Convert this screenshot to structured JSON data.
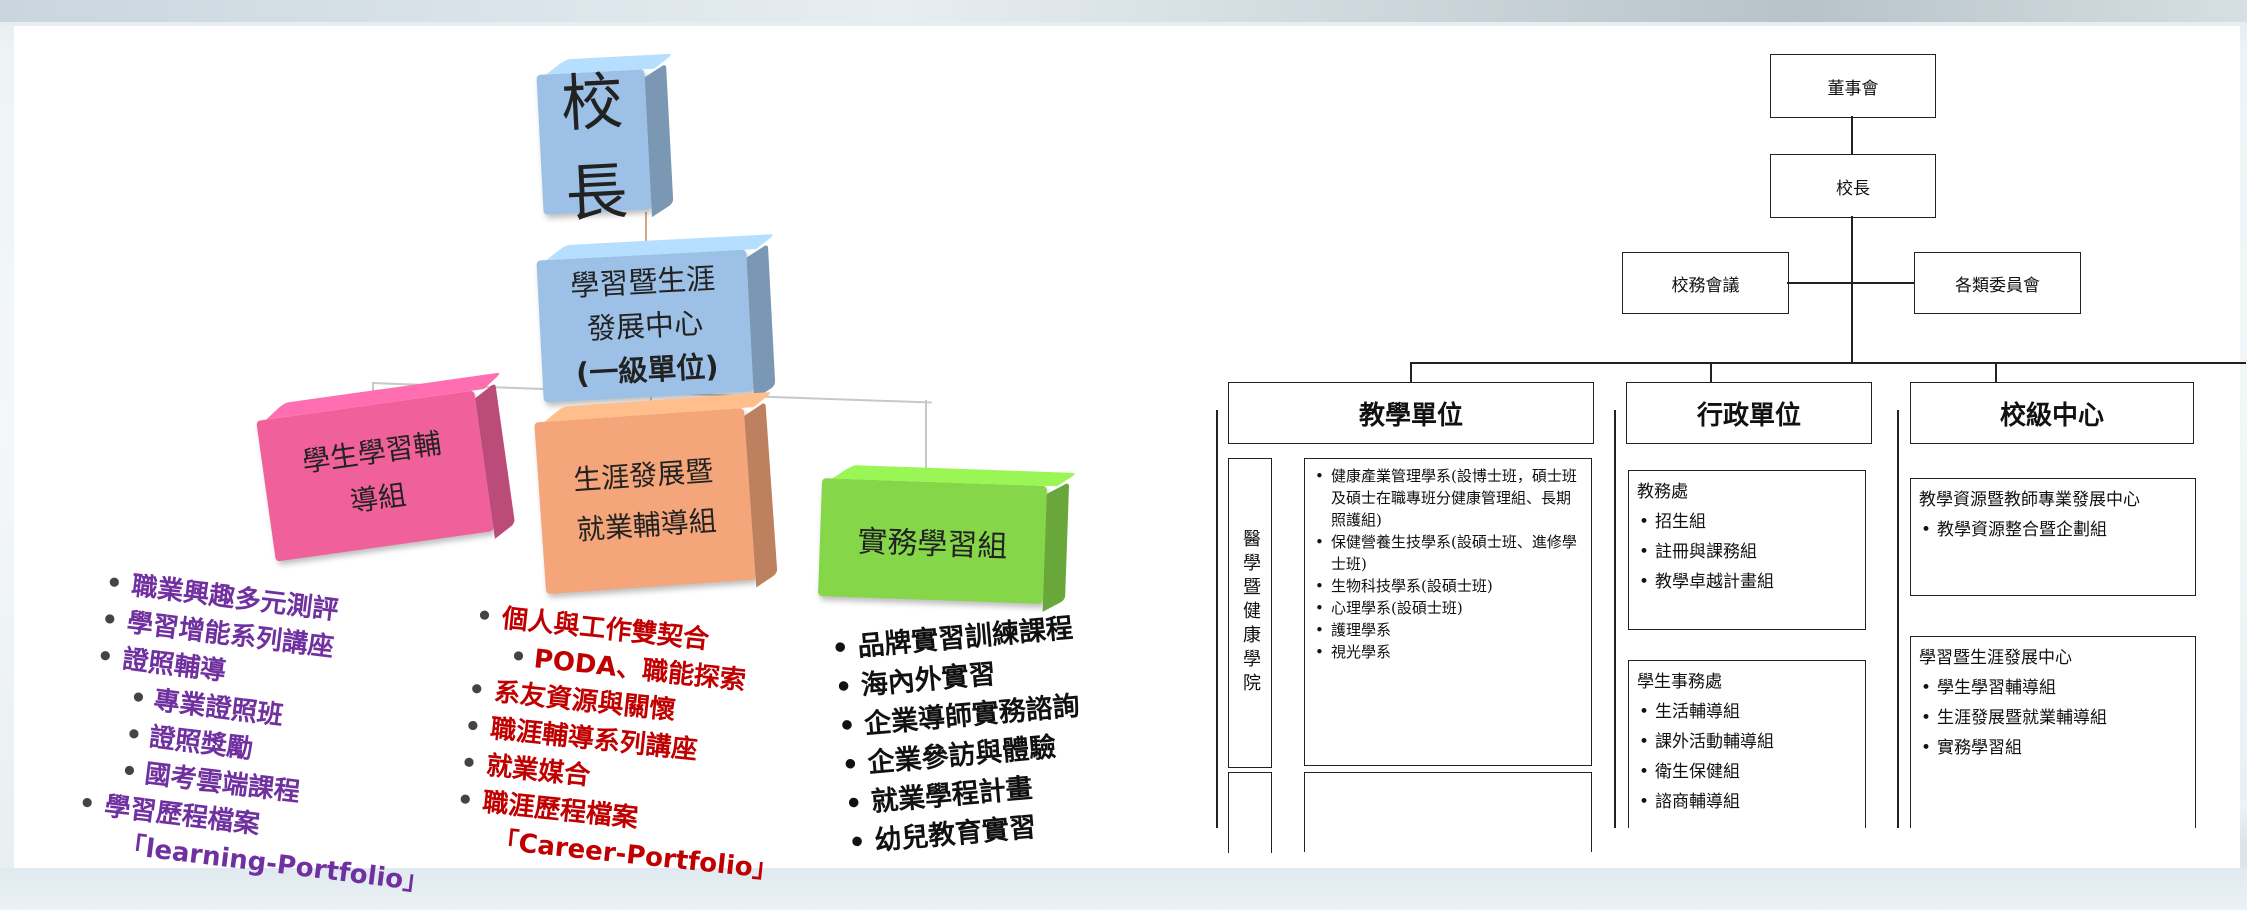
{
  "left_chart": {
    "principal": "校長",
    "center": {
      "line1": "學習暨生涯",
      "line2": "發展中心",
      "line3": "(一級單位)"
    },
    "groups": [
      {
        "line1": "學生學習輔",
        "line2": "導組"
      },
      {
        "line1": "生涯發展暨",
        "line2": "就業輔導組"
      },
      {
        "line1": "實務學習組"
      }
    ],
    "list1": [
      "職業興趣多元測評",
      "學習增能系列講座",
      "證照輔導",
      "專業證照班",
      "證照獎勵",
      "國考雲端課程",
      "學習歷程檔案",
      "「learning-Portfolio」"
    ],
    "list2": [
      "個人與工作雙契合",
      "PODA、職能探索",
      "系友資源與關懷",
      "職涯輔導系列講座",
      "就業媒合",
      "職涯歷程檔案",
      "「Career-Portfolio」"
    ],
    "list3": [
      "品牌實習訓練課程",
      "海內外實習",
      "企業導師實務諮詢",
      "企業參訪與體驗",
      "就業學程計畫",
      "幼兒教育實習"
    ]
  },
  "right_chart": {
    "board": "董事會",
    "principal": "校長",
    "council": "校務會議",
    "committees": "各類委員會",
    "sections": [
      "教學單位",
      "行政單位",
      "校級中心"
    ],
    "college": "醫學暨健康學院",
    "departments": [
      "健康產業管理學系(設博士班，碩士班及碩士在職專班分健康管理組、長期照護組)",
      "保健營養生技學系(設碩士班、進修學士班)",
      "生物科技學系(設碩士班)",
      "心理學系(設碩士班)",
      "護理學系",
      "視光學系"
    ],
    "academic_affairs": {
      "title": "教務處",
      "items": [
        "招生組",
        "註冊與課務組",
        "教學卓越計畫組"
      ]
    },
    "student_affairs": {
      "title": "學生事務處",
      "items": [
        "生活輔導組",
        "課外活動輔導組",
        "衛生保健組",
        "諮商輔導組"
      ]
    },
    "teaching_center": {
      "title": "教學資源暨教師專業發展中心",
      "items": [
        "教學資源整合暨企劃組"
      ]
    },
    "career_center": {
      "title": "學習暨生涯發展中心",
      "items": [
        "學生學習輔導組",
        "生涯發展暨就業輔導組",
        "實務學習組"
      ]
    }
  }
}
